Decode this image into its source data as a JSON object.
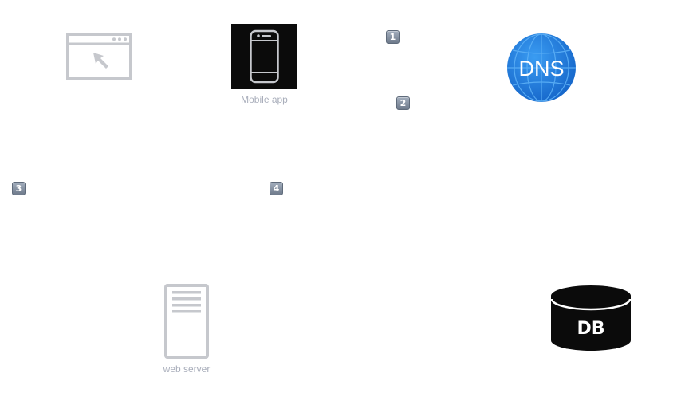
{
  "nodes": {
    "browser": {
      "icon": "browser-window-cursor-icon"
    },
    "mobile": {
      "icon": "smartphone-icon",
      "label": "Mobile app"
    },
    "dns": {
      "icon": "globe-icon",
      "label": "DNS"
    },
    "web_server": {
      "icon": "server-tower-icon",
      "label": "web server"
    },
    "db": {
      "icon": "database-cylinder-icon",
      "label": "DB"
    }
  },
  "steps": [
    "1",
    "2",
    "3",
    "4"
  ],
  "colors": {
    "icon_gray": "#c6c8cd",
    "label_gray": "#a9aebb",
    "dns_blue": "#1f7fe0",
    "db_black": "#0b0b0b",
    "badge_gray": "#8592a3"
  }
}
